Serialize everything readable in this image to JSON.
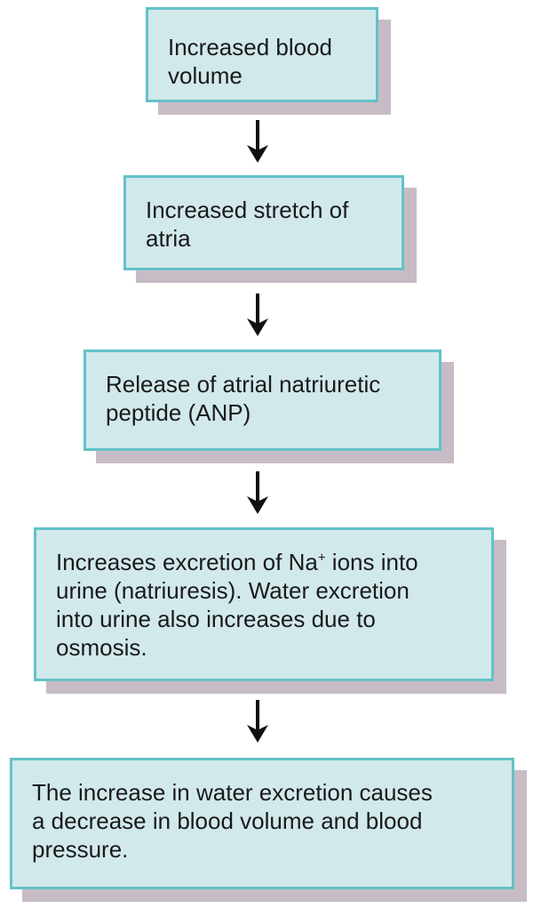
{
  "flowchart": {
    "steps": [
      {
        "lines": [
          "Increased blood",
          "volume"
        ]
      },
      {
        "lines": [
          "Increased stretch of",
          "atria"
        ]
      },
      {
        "lines": [
          "Release of atrial natriuretic",
          "peptide (ANP)"
        ]
      },
      {
        "line1_pre": "Increases excretion of Na",
        "line1_sup": "+",
        "line1_post": " ions into",
        "lines": [
          "urine (natriuresis). Water excretion",
          "into urine also increases due to",
          "osmosis."
        ]
      },
      {
        "lines": [
          "The increase in water excretion causes",
          "a decrease in blood volume and blood",
          "pressure."
        ]
      }
    ]
  },
  "colors": {
    "box_fill": "#d2e9ec",
    "box_border": "#63c2c8",
    "box_shadow": "#c7bcc6",
    "arrow": "#111111"
  },
  "icons": [
    "arrow-down-icon"
  ]
}
